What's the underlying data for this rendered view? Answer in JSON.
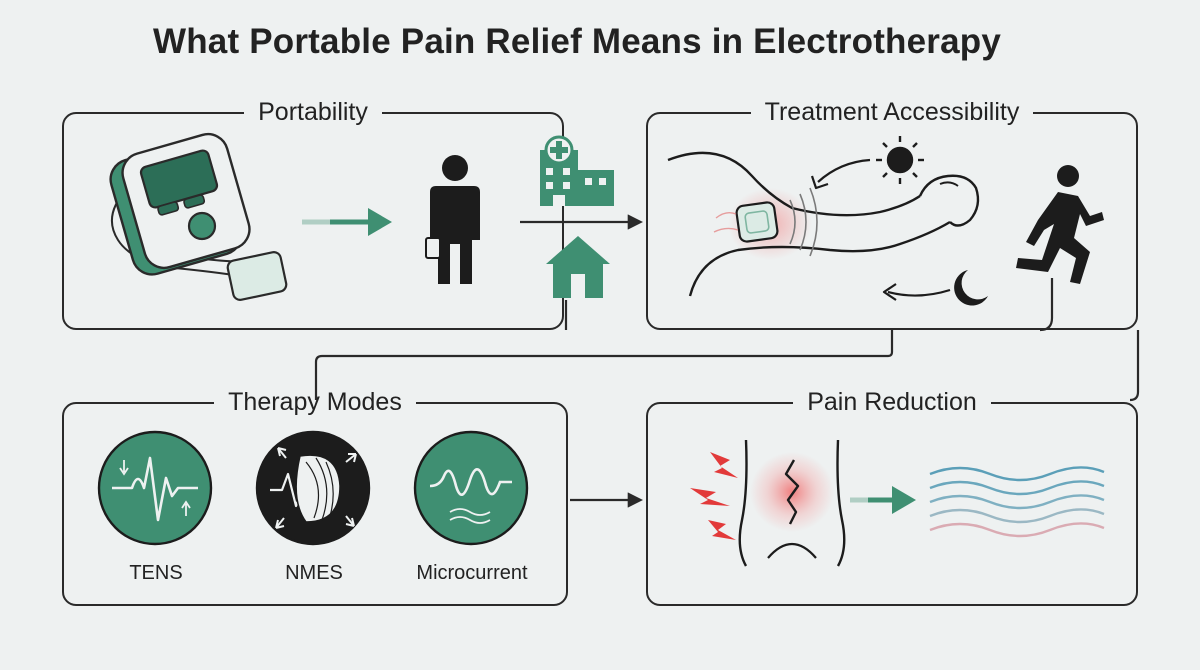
{
  "title": "What Portable Pain Relief Means in Electrotherapy",
  "panels": {
    "portability": {
      "label": "Portability"
    },
    "accessibility": {
      "label": "Treatment Accessibility"
    },
    "modes": {
      "label": "Therapy Modes",
      "items": [
        {
          "label": "TENS",
          "icon": "tens-wave-icon"
        },
        {
          "label": "NMES",
          "icon": "nmes-muscle-icon"
        },
        {
          "label": "Microcurrent",
          "icon": "microcurrent-wave-icon"
        }
      ]
    },
    "pain": {
      "label": "Pain Reduction"
    }
  },
  "colors": {
    "accent": "#3f8f72",
    "accent_dark": "#2c6e57",
    "stroke": "#2a2a2a",
    "pain_red": "#e23a3a",
    "relief_blue": "#5b9fb8",
    "background": "#eef1f1"
  },
  "icons": [
    "tens-device-icon",
    "person-with-device-icon",
    "hospital-icon",
    "home-icon",
    "sun-icon",
    "moon-icon",
    "running-person-icon",
    "arm-electrode-icon",
    "back-pain-icon",
    "lightning-icon",
    "relief-waves-icon"
  ]
}
